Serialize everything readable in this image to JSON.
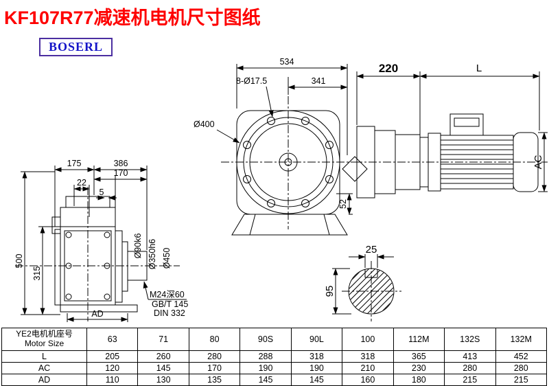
{
  "title": "KF107R77减速机电机尺寸图纸",
  "brand": "BOSERL",
  "dims": {
    "w534": "534",
    "w341": "341",
    "holes": "8-Ø17.5",
    "d400": "Ø400",
    "h52": "52",
    "w220": "220",
    "L": "L",
    "AC": "AC",
    "w175": "175",
    "w386": "386",
    "w170": "170",
    "w22": "22",
    "w5": "5",
    "h500": "500",
    "h315": "315",
    "AD": "AD",
    "d90": "Ø90k6",
    "d350": "Ø350h6",
    "d450": "Ø450",
    "m24": "M24深60",
    "gbt": "GB/T 145",
    "din": "DIN 332",
    "w25": "25",
    "h95": "95"
  },
  "table": {
    "header_cn": "YE2电机机座号",
    "header_en": "Motor Size",
    "sizes": [
      "63",
      "71",
      "80",
      "90S",
      "90L",
      "100",
      "112M",
      "132S",
      "132M"
    ],
    "rows": [
      {
        "label": "L",
        "values": [
          "205",
          "260",
          "280",
          "288",
          "318",
          "318",
          "365",
          "413",
          "452"
        ]
      },
      {
        "label": "AC",
        "values": [
          "120",
          "145",
          "170",
          "190",
          "190",
          "210",
          "230",
          "280",
          "280"
        ]
      },
      {
        "label": "AD",
        "values": [
          "110",
          "130",
          "135",
          "145",
          "145",
          "160",
          "180",
          "215",
          "215"
        ]
      }
    ]
  }
}
